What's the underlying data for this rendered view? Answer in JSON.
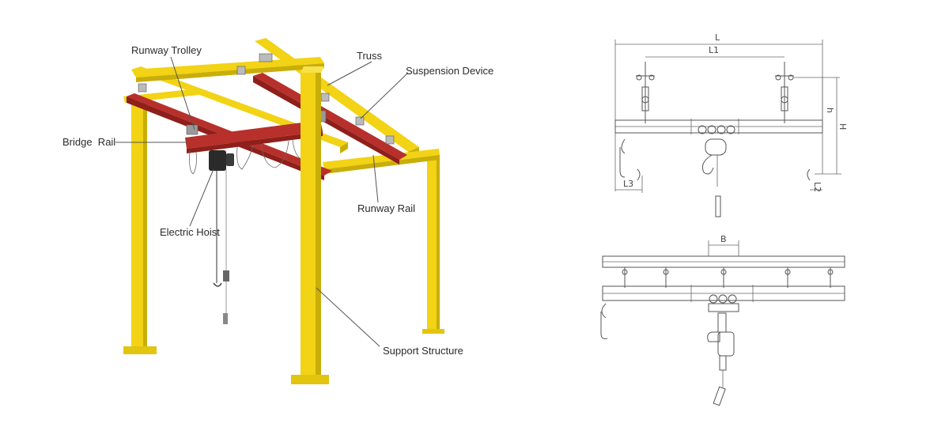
{
  "colors": {
    "frame": "#F2D315",
    "frame_shade": "#C9AE0A",
    "rail": "#B8302B",
    "rail_shade": "#8E1F1B",
    "line": "#555555"
  },
  "callouts": {
    "runway_trolley": "Runway Trolley",
    "truss": "Truss",
    "suspension_device": "Suspension Device",
    "bridge_rail": "Bridge  Rail",
    "electric_hoist": "Electric Hoist",
    "runway_rail": "Runway Rail",
    "support_structure": "Support Structure"
  },
  "dimensions": {
    "L": "L",
    "L1": "L1",
    "H": "H",
    "h": "h",
    "L3": "L3",
    "L2": "L2",
    "B": "B"
  }
}
